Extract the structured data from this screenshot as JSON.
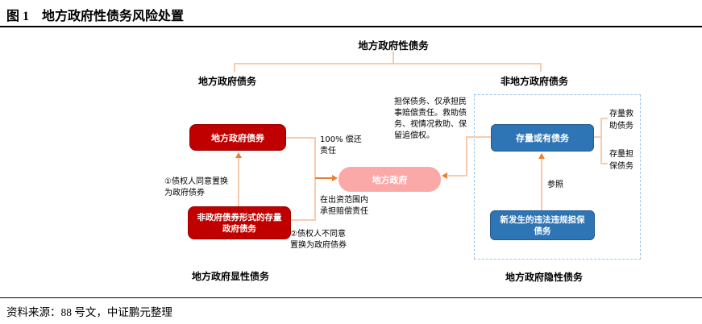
{
  "header": {
    "title": "图 1　地方政府性债务风险处置"
  },
  "footer": {
    "source": "资料来源：88 号文，中证鹏元整理"
  },
  "colors": {
    "box_dark_red": "#C00000",
    "box_pink": "#FAA9A8",
    "box_blue": "#2E75B6",
    "dashed_border_blue": "#9DC3E6",
    "connector_peach": "#F8CBAD",
    "arrow_orange": "#ED7D31"
  },
  "tree": {
    "root": "地方政府性债务",
    "left_branch": "地方政府债务",
    "right_branch": "非地方政府债务"
  },
  "explicit": {
    "bond_box": "地方政府债券",
    "stock_box": "非政府债券形式的存量\n政府债务",
    "note_swap_agree": "①债权人同意置换\n为政府债券",
    "note_swap_disagree": "②债权人不同意\n置换为政府债券",
    "repay_label": "100% 偿还\n责任",
    "scope_label": "在出资范围内\n承担赔偿责任",
    "footer_label": "地方政府显性债务"
  },
  "center": {
    "gov_box": "地方政府"
  },
  "implicit": {
    "contingent_box": "存量或有债务",
    "new_illegal_box": "新发生的违法违规担保\n债务",
    "annotation": "担保债务、仅承担民\n事赔偿责任。救助债\n务、视情况救助、保\n留追偿权。",
    "refer_label": "参照",
    "bracket_labels": [
      "存量救助债务",
      "存量担保债务"
    ],
    "footer_label": "地方政府隐性债务"
  }
}
